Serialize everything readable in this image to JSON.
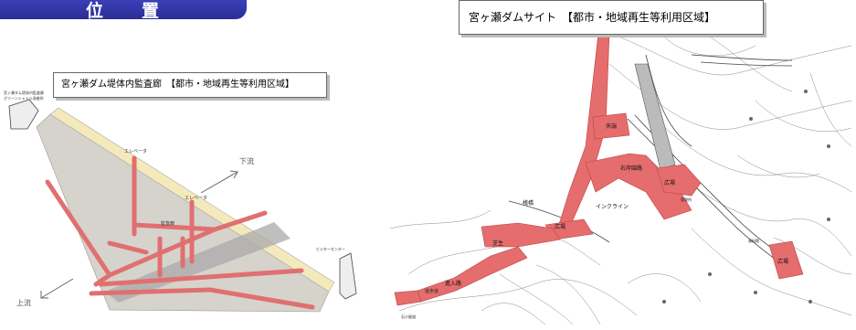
{
  "banner": {
    "char1": "位",
    "char2": "置"
  },
  "left": {
    "title": "宮ヶ瀬ダム堤体内監査廊　【都市・地域再生等利用区域】",
    "labels": {
      "top_left_building": "宮ヶ瀬ダム堤体内監査廊",
      "top_left_building2": "グリーンシャトル発着所",
      "elevator1": "エレベータ",
      "elevator2": "エレベータ",
      "downstream": "下流",
      "upstream": "上流",
      "room": "監査廊",
      "right_building": "ビジターセンター"
    }
  },
  "right": {
    "title": "宮ヶ瀬ダムサイト　【都市・地域再生等利用区域】",
    "labels": {
      "dam_crest": "天端",
      "right_bank": "右岸園路",
      "incline": "インクライン",
      "plaza1": "広場",
      "plaza2": "広場",
      "plaza3": "広場",
      "bridge": "桟橋",
      "lawn": "芝生",
      "admin": "管理所",
      "path": "遊歩道",
      "entrance": "進入路",
      "river_road": "石小屋道",
      "vc": "資料館"
    }
  },
  "colors": {
    "route": "#e26868",
    "banner": "#2e32a3",
    "dam_face": "#d9d6cf",
    "crest": "#f0e6b4"
  }
}
